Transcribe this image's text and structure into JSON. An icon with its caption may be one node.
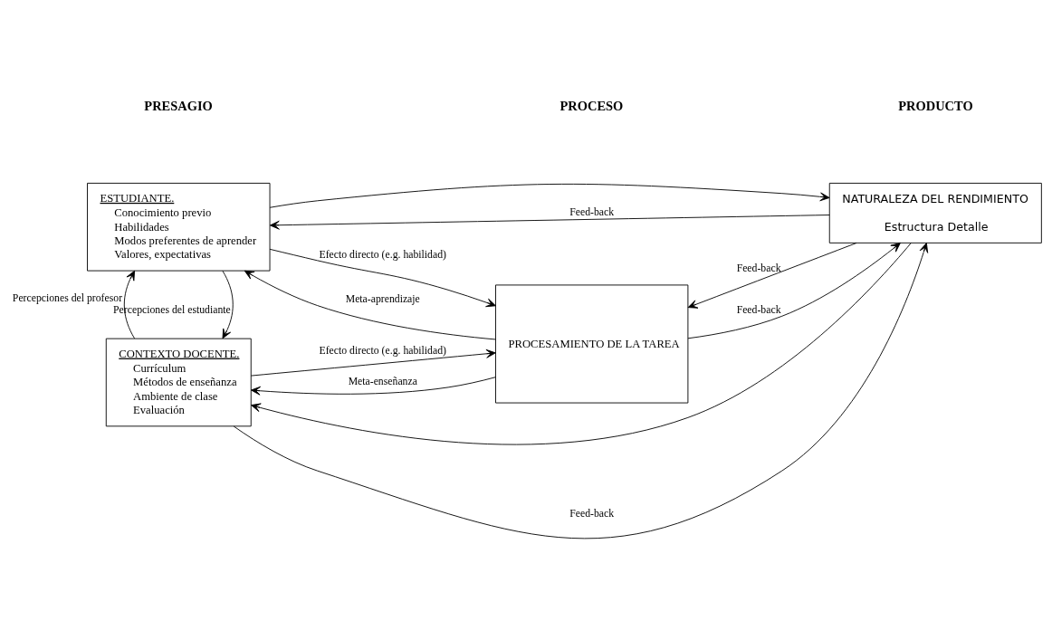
{
  "diagram": {
    "nodes": [
      {
        "text": [
          "ESTUDIANTE.",
          "Conocimiento previo",
          "Habilidades",
          "Modos preferentes de aprender",
          "Valores, expectativas"
        ]
      },
      {
        "text": [
          "PROCESAMIENTO DE LA TAREA"
        ]
      },
      {
        "text": [
          "NATURALEZA DEL RENDIMIENTO",
          "Estructura Detalle"
        ]
      },
      {
        "text": [
          "CONTEXTO DOCENTE.",
          "Currículum",
          "Métodos de enseñanza",
          "Ambiente de clase",
          "Evaluación"
        ]
      }
    ],
    "edges": [
      {
        "from": 2,
        "to": 0,
        "arrow": "to",
        "label": "Feed-back"
      },
      {
        "from": 0,
        "to": 2,
        "arrow": "to"
      },
      {
        "from": 1,
        "to": 0,
        "arrow": "to",
        "label": "Meta-aprendizaje"
      },
      {
        "from": 0,
        "to": 1,
        "arrow": "to",
        "label": "Efecto directo (e.g. habilidad)"
      },
      {
        "from": 1,
        "to": 2,
        "arrow": "to",
        "label": "Feed-back"
      },
      {
        "from": 2,
        "to": 1,
        "arrow": "to",
        "label": "Feed-back"
      },
      {
        "from": 0,
        "to": 3,
        "arrow": "to",
        "label": "Percepciones del estudiante"
      },
      {
        "from": 3,
        "to": 0,
        "arrow": "to",
        "label": "Percepciones del profesor"
      },
      {
        "from": 3,
        "to": 1,
        "arrow": "to",
        "label": "Efecto directo (e.g. habilidad)"
      },
      {
        "from": 1,
        "to": 3,
        "arrow": "to",
        "label": "Meta-enseñanza"
      },
      {
        "from": 3,
        "to": 2,
        "arrow": "to",
        "label": "Feed-back"
      },
      {
        "from": 2,
        "to": 3,
        "arrow": "to"
      }
    ],
    "labels": [
      "PRESAGIO",
      "PROCESO",
      "PRODUCTO"
    ]
  }
}
